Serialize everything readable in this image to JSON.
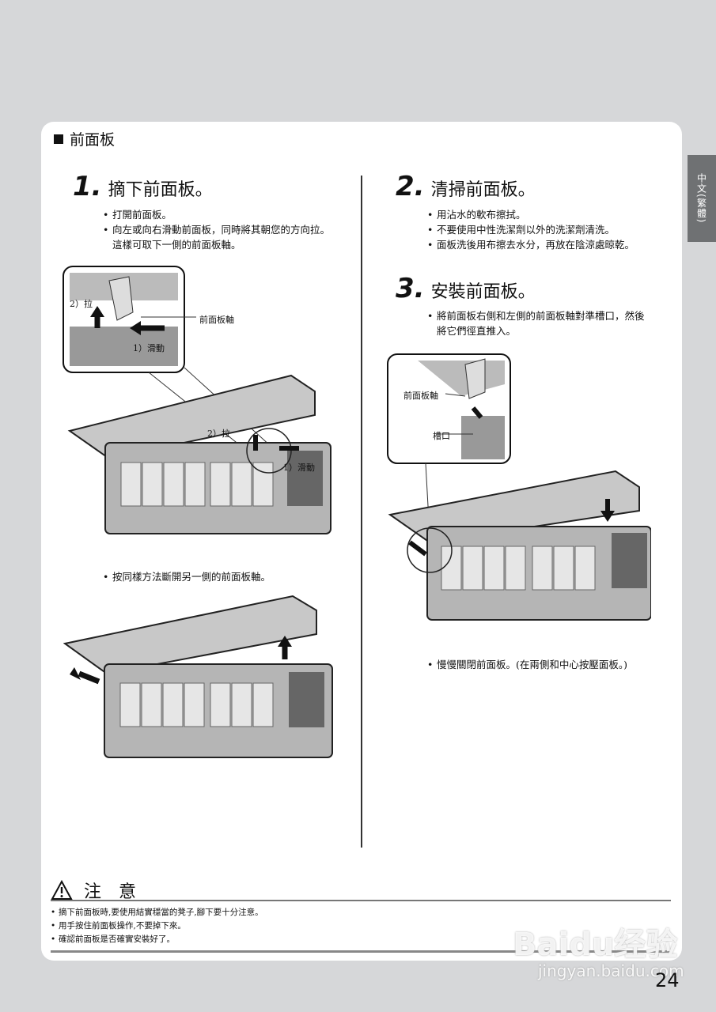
{
  "side_tab": "中文(繁體)",
  "section_title": "前面板",
  "step1": {
    "num": "1.",
    "title": "摘下前面板。",
    "bullets": [
      "打開前面板。",
      "向左或向右滑動前面板，同時將其朝您的方向拉。"
    ],
    "bullet_cont": "這樣可取下一側的前面板軸。",
    "label_pull": "2）拉",
    "label_slide": "1）滑動",
    "label_axis": "前面板軸",
    "note": "按同樣方法斷開另一側的前面板軸。"
  },
  "step2": {
    "num": "2.",
    "title": "清掃前面板。",
    "bullets": [
      "用沾水的軟布擦拭。",
      "不要使用中性洗潔劑以外的洗潔劑清洗。",
      "面板洗後用布擦去水分，再放在陰涼處晾乾。"
    ]
  },
  "step3": {
    "num": "3.",
    "title": "安裝前面板。",
    "bullets": [
      "將前面板右側和左側的前面板軸對準槽口，然後"
    ],
    "bullet_cont": "將它們徑直推入。",
    "label_axis": "前面板軸",
    "label_slot": "槽口",
    "note": "慢慢關閉前面板。(在兩側和中心按壓面板。)"
  },
  "caution": {
    "title": "注　意",
    "items": [
      "摘下前面板時,要使用結實穩當的凳子,腳下要十分注意。",
      "用手按住前面板操作,不要掉下來。",
      "確認前面板是否確實安裝好了。"
    ]
  },
  "page_number": "24",
  "watermark": {
    "brand": "Baidu经验",
    "url": "jingyan.baidu.com"
  }
}
